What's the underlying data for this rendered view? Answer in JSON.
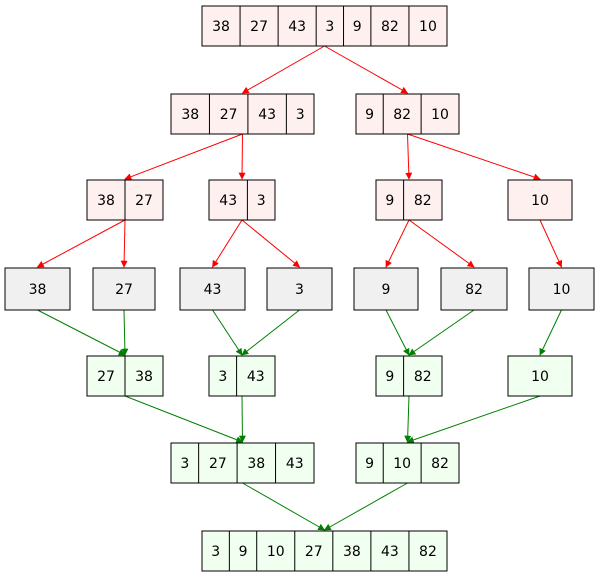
{
  "colors": {
    "split_fill": "#fff0f0",
    "leaf_fill": "#f0f0f0",
    "merge_fill": "#f0fff0",
    "split_edge": "#ff0000",
    "merge_edge": "#008000",
    "border": "#000000"
  },
  "nodes": [
    {
      "id": "root",
      "kind": "split",
      "values": [
        "38",
        "27",
        "43",
        "3",
        "9",
        "82",
        "10"
      ]
    },
    {
      "id": "sL",
      "kind": "split",
      "values": [
        "38",
        "27",
        "43",
        "3"
      ]
    },
    {
      "id": "sR",
      "kind": "split",
      "values": [
        "9",
        "82",
        "10"
      ]
    },
    {
      "id": "sLL",
      "kind": "split",
      "values": [
        "38",
        "27"
      ]
    },
    {
      "id": "sLR",
      "kind": "split",
      "values": [
        "43",
        "3"
      ]
    },
    {
      "id": "sRL",
      "kind": "split",
      "values": [
        "9",
        "82"
      ]
    },
    {
      "id": "sRR",
      "kind": "split",
      "values": [
        "10"
      ]
    },
    {
      "id": "l38",
      "kind": "leaf",
      "values": [
        "38"
      ]
    },
    {
      "id": "l27",
      "kind": "leaf",
      "values": [
        "27"
      ]
    },
    {
      "id": "l43",
      "kind": "leaf",
      "values": [
        "43"
      ]
    },
    {
      "id": "l3",
      "kind": "leaf",
      "values": [
        "3"
      ]
    },
    {
      "id": "l9",
      "kind": "leaf",
      "values": [
        "9"
      ]
    },
    {
      "id": "l82",
      "kind": "leaf",
      "values": [
        "82"
      ]
    },
    {
      "id": "l10",
      "kind": "leaf",
      "values": [
        "10"
      ]
    },
    {
      "id": "m1",
      "kind": "merge",
      "values": [
        "27",
        "38"
      ]
    },
    {
      "id": "m2",
      "kind": "merge",
      "values": [
        "3",
        "43"
      ]
    },
    {
      "id": "m3",
      "kind": "merge",
      "values": [
        "9",
        "82"
      ]
    },
    {
      "id": "m4",
      "kind": "merge",
      "values": [
        "10"
      ]
    },
    {
      "id": "mL",
      "kind": "merge",
      "values": [
        "3",
        "27",
        "38",
        "43"
      ]
    },
    {
      "id": "mR",
      "kind": "merge",
      "values": [
        "9",
        "10",
        "82"
      ]
    },
    {
      "id": "final",
      "kind": "merge",
      "values": [
        "3",
        "9",
        "10",
        "27",
        "38",
        "43",
        "82"
      ]
    }
  ],
  "edges": [
    {
      "from": "root",
      "to": "sL",
      "kind": "split"
    },
    {
      "from": "root",
      "to": "sR",
      "kind": "split"
    },
    {
      "from": "sL",
      "to": "sLL",
      "kind": "split"
    },
    {
      "from": "sL",
      "to": "sLR",
      "kind": "split"
    },
    {
      "from": "sR",
      "to": "sRL",
      "kind": "split"
    },
    {
      "from": "sR",
      "to": "sRR",
      "kind": "split"
    },
    {
      "from": "sLL",
      "to": "l38",
      "kind": "split"
    },
    {
      "from": "sLL",
      "to": "l27",
      "kind": "split"
    },
    {
      "from": "sLR",
      "to": "l43",
      "kind": "split"
    },
    {
      "from": "sLR",
      "to": "l3",
      "kind": "split"
    },
    {
      "from": "sRL",
      "to": "l9",
      "kind": "split"
    },
    {
      "from": "sRL",
      "to": "l82",
      "kind": "split"
    },
    {
      "from": "sRR",
      "to": "l10",
      "kind": "split"
    },
    {
      "from": "l38",
      "to": "m1",
      "kind": "merge"
    },
    {
      "from": "l27",
      "to": "m1",
      "kind": "merge"
    },
    {
      "from": "l43",
      "to": "m2",
      "kind": "merge"
    },
    {
      "from": "l3",
      "to": "m2",
      "kind": "merge"
    },
    {
      "from": "l9",
      "to": "m3",
      "kind": "merge"
    },
    {
      "from": "l82",
      "to": "m3",
      "kind": "merge"
    },
    {
      "from": "l10",
      "to": "m4",
      "kind": "merge"
    },
    {
      "from": "m1",
      "to": "mL",
      "kind": "merge"
    },
    {
      "from": "m2",
      "to": "mL",
      "kind": "merge"
    },
    {
      "from": "m3",
      "to": "mR",
      "kind": "merge"
    },
    {
      "from": "m4",
      "to": "mR",
      "kind": "merge"
    },
    {
      "from": "mL",
      "to": "final",
      "kind": "merge"
    },
    {
      "from": "mR",
      "to": "final",
      "kind": "merge"
    }
  ]
}
